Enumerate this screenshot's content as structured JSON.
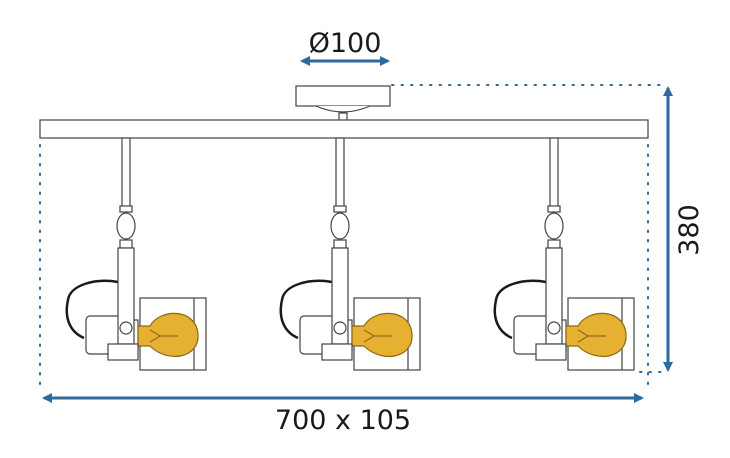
{
  "dimensions": {
    "canopy_diameter": "Ø100",
    "width_depth": "700 x 105",
    "height": "380"
  },
  "colors": {
    "arrow": "#2f6a9f",
    "outline": "#444444",
    "bulb": "#e6b133",
    "dots": "#2f6a9f",
    "cable": "#1a1a1a"
  },
  "spotlights": [
    {
      "name": "spotlight-left"
    },
    {
      "name": "spotlight-center"
    },
    {
      "name": "spotlight-right"
    }
  ]
}
